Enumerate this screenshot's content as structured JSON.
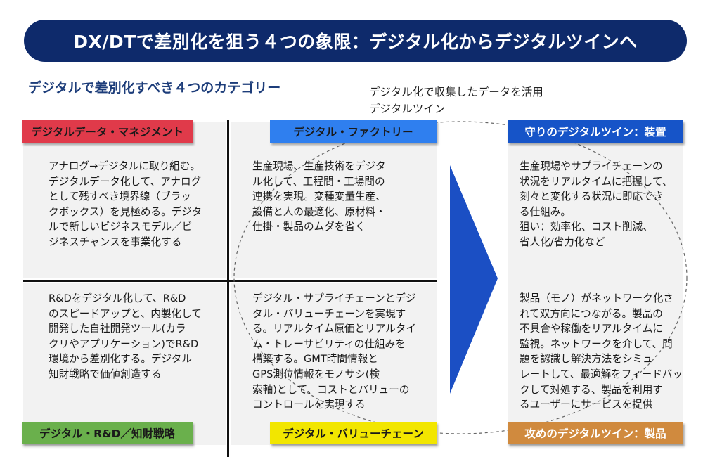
{
  "title": "DX/DTで差別化を狙う４つの象限：デジタル化からデジタルツインへ",
  "subtitle": "デジタルで差別化すべき４つのカテゴリー",
  "note_lines": [
    "デジタル化で収集したデータを活用",
    "デジタルツイン"
  ],
  "quadrants": {
    "data_management": {
      "label": "デジタルデータ・マネジメント",
      "color": "#e03a4a",
      "lines": [
        "アナログ→デジタルに取り組む。",
        "デジタルデータ化して、アナログ",
        "として残すべき境界線（ブラッ",
        "クボックス）を見極める。デジタ",
        "ルで新しいビジネスモデル／ビ",
        "ジネスチャンスを事業化する"
      ]
    },
    "factory": {
      "label": "デジタル・ファクトリー",
      "color": "#2f7fef",
      "lines": [
        "生産現場、生産技術をデジタ",
        "ル化して、工程間・工場間の",
        "連携を実現。変種変量生産、",
        "設備と人の最適化、原材料・",
        "仕掛・製品のムダを省く"
      ]
    },
    "rnd": {
      "label": "デジタル・R&D／知財戦略",
      "color": "#6ab04c",
      "lines": [
        "R&Dをデジタル化して、R&D",
        "のスピードアップと、内製化して",
        "開発した自社開発ツール(カラ",
        "クリやアプリケーション)でR&D",
        "環境から差別化する。デジタル",
        "知財戦略で価値創造する"
      ]
    },
    "value_chain": {
      "label": "デジタル・バリューチェーン",
      "color": "#f2e600",
      "lines": [
        "デジタル・サプライチェーンとデジ",
        "タル・バリューチェーンを実現す",
        "る。リアルタイム原価とリアルタイ",
        "ム・トレーサビリティの仕組みを",
        "構築する。GMT時間情報と",
        "GPS測位情報をモノサシ(検",
        "索軸)として、コストとバリューの",
        "コントロールを実現する"
      ]
    }
  },
  "twins": {
    "defensive": {
      "label": "守りのデジタルツイン：装置",
      "color": "#1654c8",
      "lines": [
        "生産現場やサプライチェーンの",
        "状況をリアルタイムに把握して、",
        "刻々と変化する状況に即応でき",
        "る仕組み。",
        "狙い：効率化、コスト削減、",
        "省人化/省力化など"
      ]
    },
    "offensive": {
      "label": "攻めのデジタルツイン：製品",
      "color": "#d08a3e",
      "lines": [
        "製品（モノ）がネットワーク化さ",
        "れて双方向につながる。製品の",
        "不具合や稼働をリアルタイムに",
        "監視。ネットワークを介して、問",
        "題を認識し解決方法をシミュ",
        "レートして、最適解をフィードバッ",
        "クして対処する、製品を利用す",
        "るユーザーにサービスを提供"
      ]
    }
  },
  "arrow_color": "#1b4fc4"
}
